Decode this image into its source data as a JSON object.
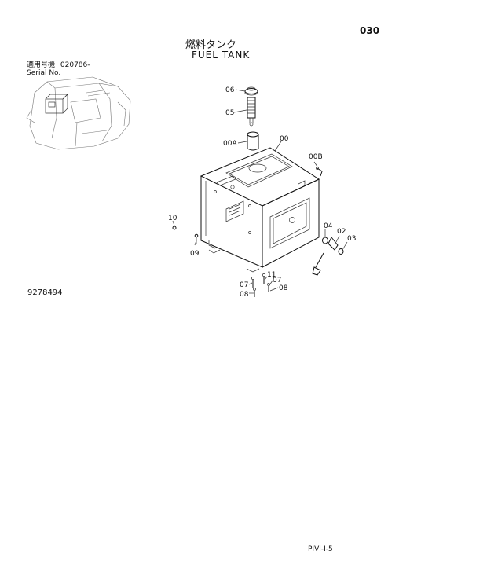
{
  "page_number": "030",
  "title_ja": "燃料タンク",
  "title_en": "FUEL TANK",
  "serial": {
    "label_ja": "適用号機",
    "from": "020786-",
    "label_en": "Serial No."
  },
  "drawing_number": "9278494",
  "footer_code": "PIVI-I-5",
  "callouts": {
    "c06": "06",
    "c05": "05",
    "c00A": "00A",
    "c00": "00",
    "c00B": "00B",
    "c10": "10",
    "c09": "09",
    "c04": "04",
    "c02": "02",
    "c03": "03",
    "c07a": "07",
    "c11": "11",
    "c07b": "07",
    "c08a": "08",
    "c08b": "08"
  }
}
